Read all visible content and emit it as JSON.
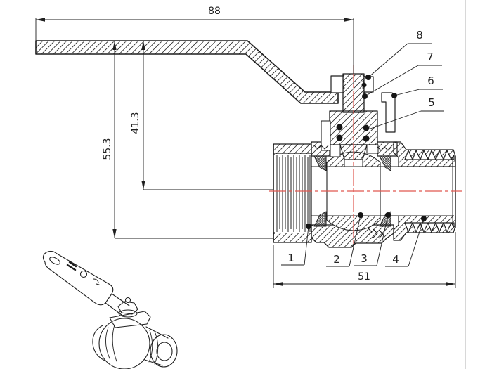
{
  "drawing": {
    "type": "ball-valve-cross-section-technical-drawing",
    "dims": {
      "d88": "88",
      "d553": "55.3",
      "d413": "41.3",
      "d51": "51"
    },
    "callouts": [
      "1",
      "2",
      "3",
      "4",
      "5",
      "6",
      "7",
      "8"
    ],
    "colors": {
      "line": "#1f1f1f",
      "centerline_red": "#e0574f",
      "page_edge": "#cccccc",
      "background": "#ffffff",
      "text": "#222222"
    }
  }
}
